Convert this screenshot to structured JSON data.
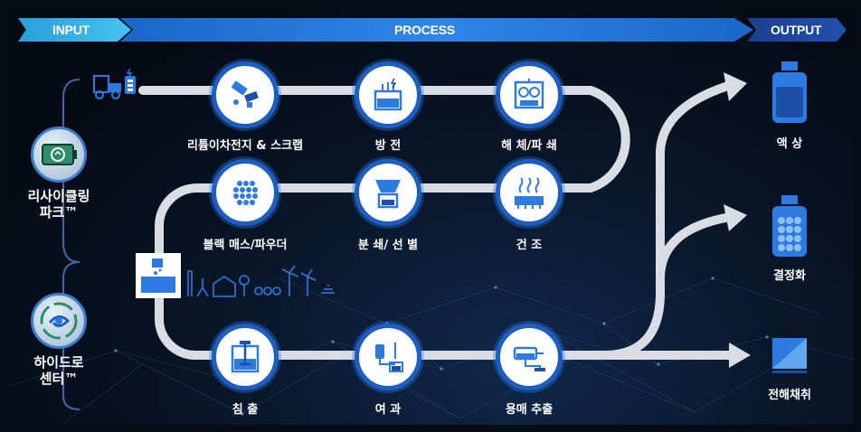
{
  "banner": {
    "input": "INPUT",
    "process": "PROCESS",
    "output": "OUTPUT"
  },
  "left_parks": [
    {
      "name": "리사이클링\n파크™",
      "line1": "리사이클링",
      "line2": "파크™"
    },
    {
      "name": "하이드로\n센터™",
      "line1": "하이드로",
      "line2": "센터™"
    }
  ],
  "process": {
    "row1": [
      {
        "label": "리튬이차전지 & 스크랩",
        "icon": "battery-scrap-icon"
      },
      {
        "label": "방 전",
        "icon": "discharge-tank-icon"
      },
      {
        "label": "해 체/파 쇄",
        "icon": "crusher-icon"
      }
    ],
    "row2": [
      {
        "label": "블랙 매스/파우더",
        "icon": "black-mass-icon"
      },
      {
        "label": "분 쇄/ 선 별",
        "icon": "hopper-icon"
      },
      {
        "label": "건 조",
        "icon": "dryer-icon"
      }
    ],
    "row3": [
      {
        "label": "침 출",
        "icon": "leaching-tank-icon"
      },
      {
        "label": "여 과",
        "icon": "filter-icon"
      },
      {
        "label": "용매 추출",
        "icon": "solvent-extraction-icon"
      }
    ]
  },
  "outputs": [
    {
      "label": "액 상",
      "icon": "liquid-bottle-icon"
    },
    {
      "label": "결정화",
      "icon": "crystal-bottle-icon"
    },
    {
      "label": "전해채취",
      "icon": "electrowinning-plate-icon"
    }
  ],
  "colors": {
    "pipe": "#d9dce2",
    "node_border": "#1e5ec2",
    "icon_blue": "#2d7be0",
    "background": "#070b14"
  }
}
